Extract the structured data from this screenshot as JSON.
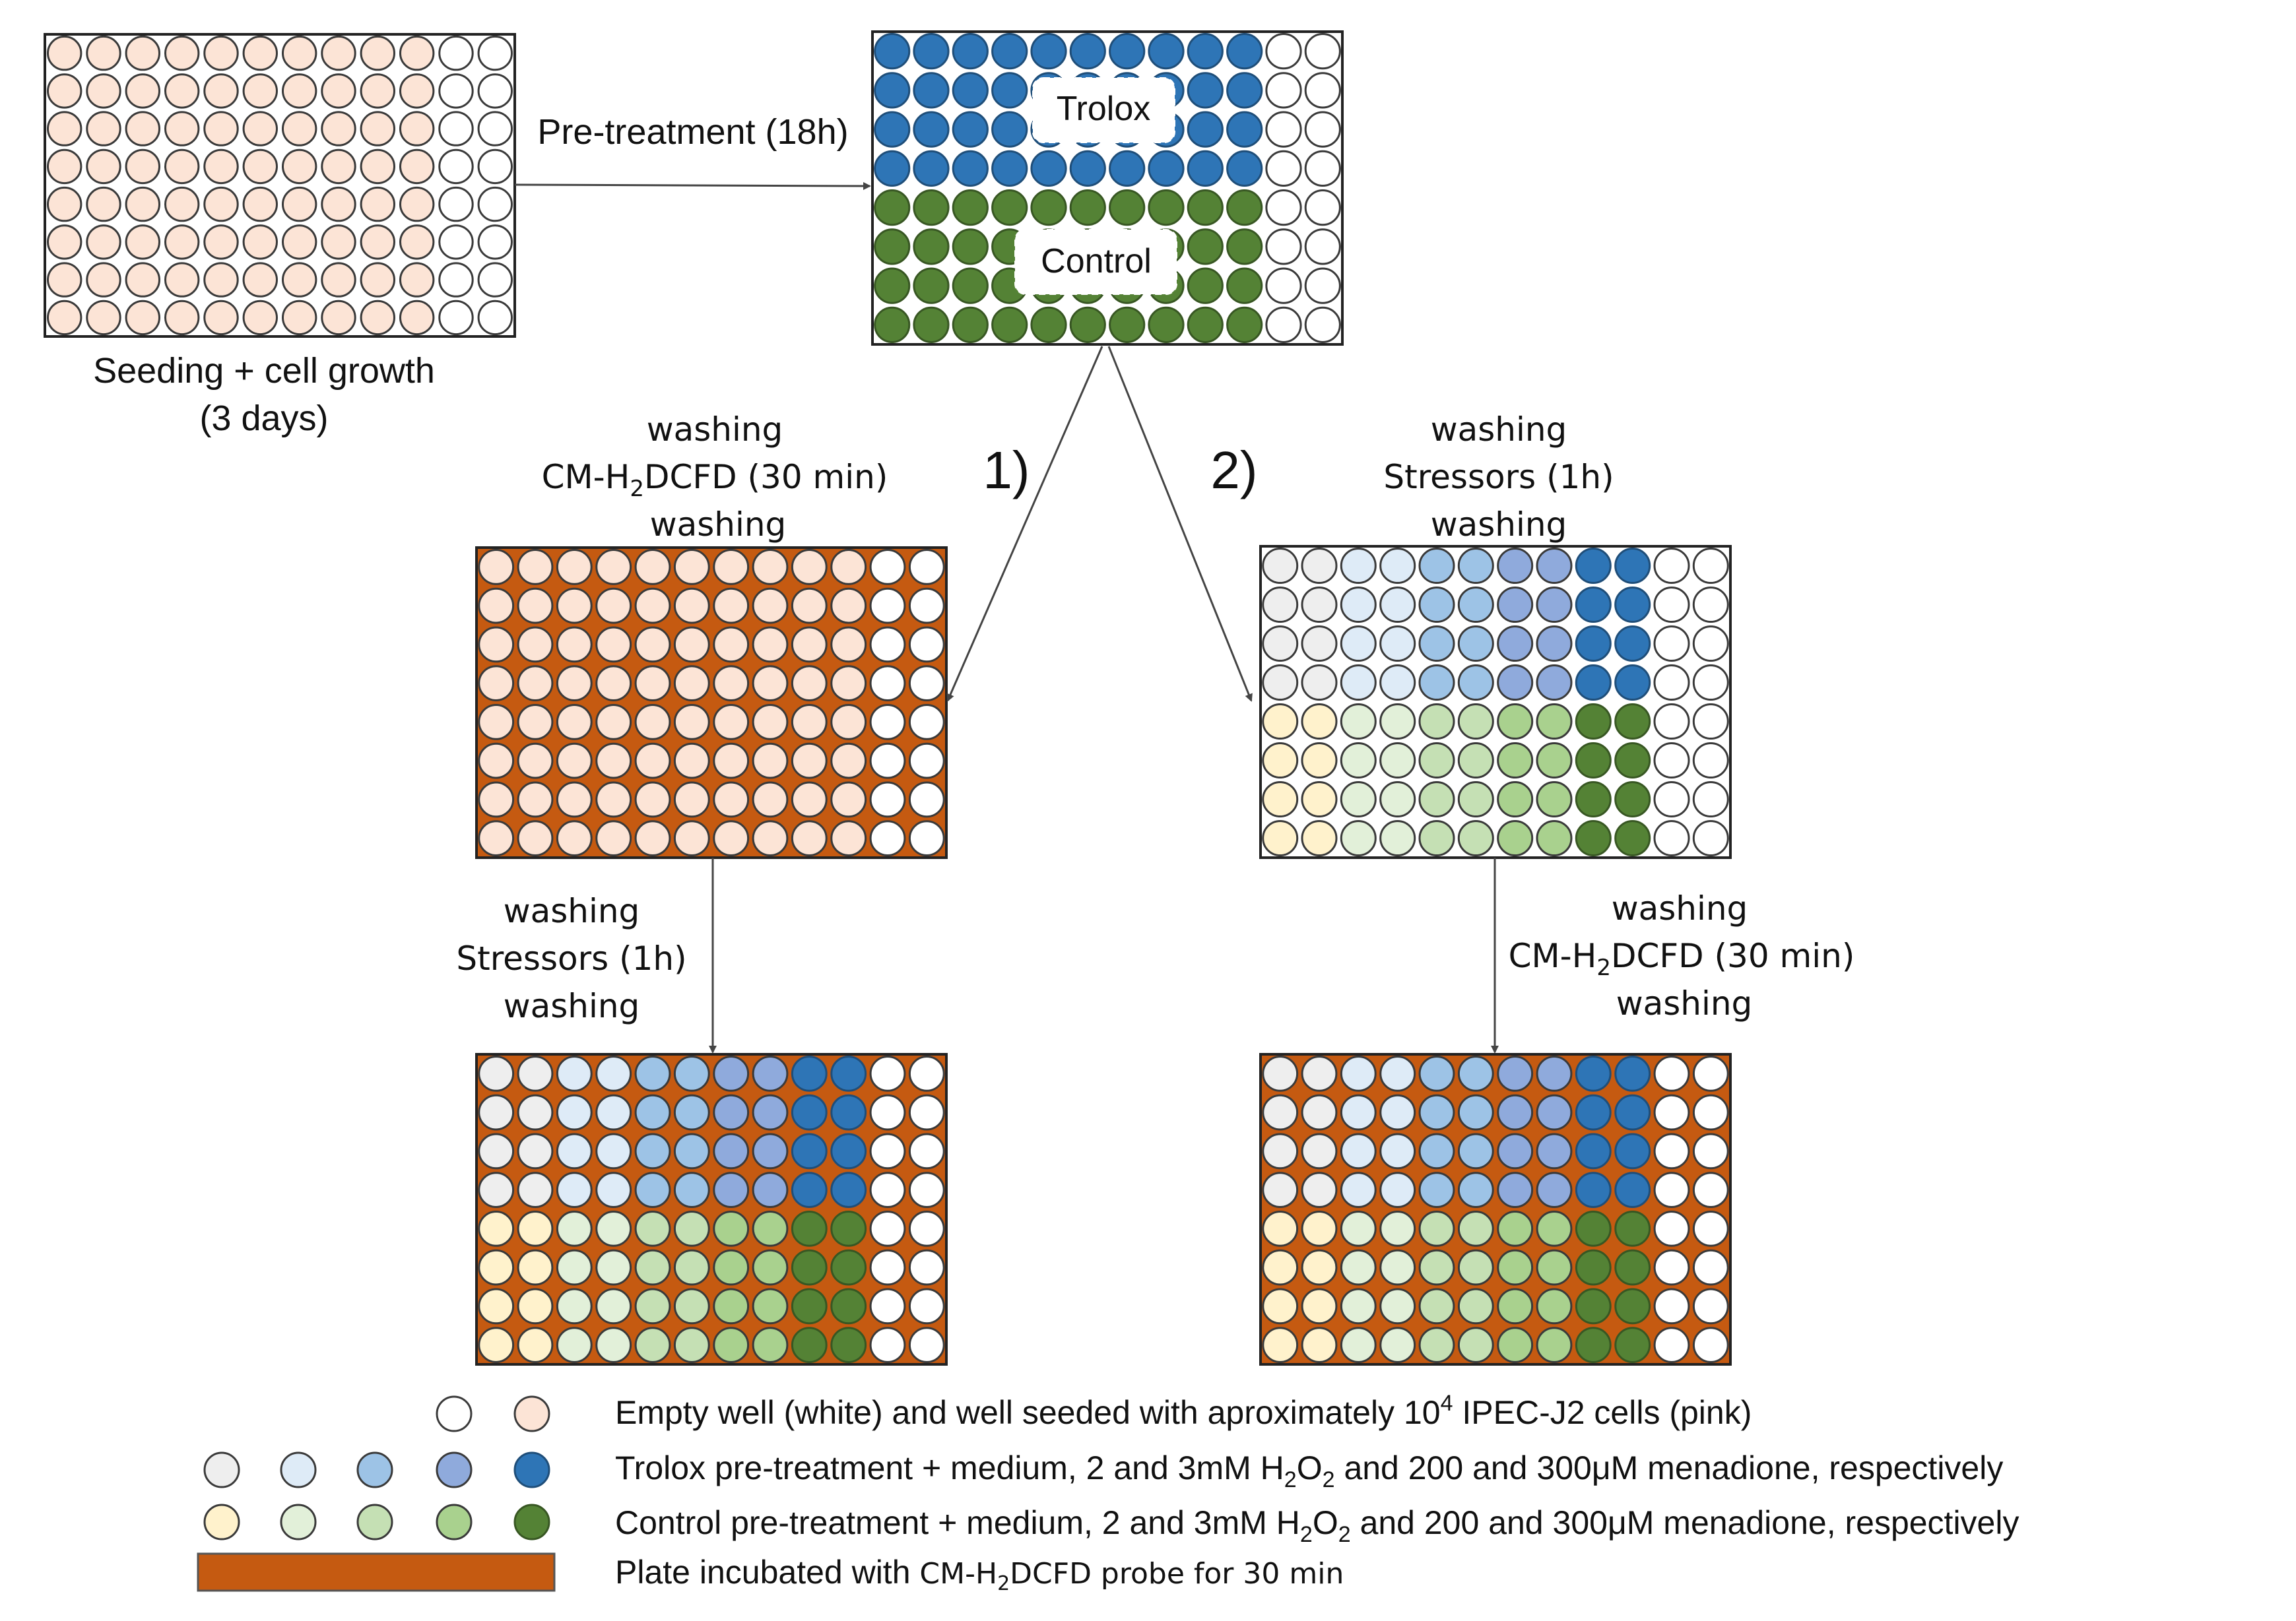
{
  "plates": {
    "seeding": {
      "label_line1": "Seeding + cell growth",
      "label_line2": "(3 days)",
      "background": "#ffffff",
      "well_colors": [
        "p",
        "p",
        "p",
        "p",
        "p",
        "p",
        "p",
        "p",
        "p",
        "p",
        "e",
        "e"
      ]
    },
    "pretreatment": {
      "background": "#ffffff",
      "trolox_label": "Trolox",
      "control_label": "Control",
      "top_rows_color": "t5",
      "bottom_rows_color": "c5"
    },
    "path1_mid": {
      "background": "#c55a11",
      "well_colors": [
        "p",
        "p",
        "p",
        "p",
        "p",
        "p",
        "p",
        "p",
        "p",
        "p",
        "e",
        "e"
      ]
    },
    "path2_mid": {
      "background": "#ffffff",
      "top_cols": [
        "t1",
        "t1",
        "t2",
        "t2",
        "t3",
        "t3",
        "t4",
        "t4",
        "t5",
        "t5",
        "e",
        "e"
      ],
      "bottom_cols": [
        "c1",
        "c1",
        "c2",
        "c2",
        "c3",
        "c3",
        "c4",
        "c4",
        "c5",
        "c5",
        "e",
        "e"
      ]
    },
    "path1_final": {
      "background": "#c55a11",
      "top_cols": [
        "t1",
        "t1",
        "t2",
        "t2",
        "t3",
        "t3",
        "t4",
        "t4",
        "t5",
        "t5",
        "e",
        "e"
      ],
      "bottom_cols": [
        "c1",
        "c1",
        "c2",
        "c2",
        "c3",
        "c3",
        "c4",
        "c4",
        "c5",
        "c5",
        "e",
        "e"
      ]
    },
    "path2_final": {
      "background": "#c55a11",
      "top_cols": [
        "t1",
        "t1",
        "t2",
        "t2",
        "t3",
        "t3",
        "t4",
        "t4",
        "t5",
        "t5",
        "e",
        "e"
      ],
      "bottom_cols": [
        "c1",
        "c1",
        "c2",
        "c2",
        "c3",
        "c3",
        "c4",
        "c4",
        "c5",
        "c5",
        "e",
        "e"
      ]
    }
  },
  "colors": {
    "e": "#ffffff",
    "p": "#fce4d6",
    "t1": "#eeeeee",
    "t2": "#deebf7",
    "t3": "#9dc3e6",
    "t4": "#8faadc",
    "t5": "#2e75b6",
    "t5_dark": "#1f4e79",
    "c1": "#fff2cc",
    "c2": "#e2f0d9",
    "c3": "#c5e0b4",
    "c4": "#a9d18e",
    "c5": "#548235",
    "c5_dark": "#385723",
    "incubated": "#c55a11",
    "arrow": "#444444"
  },
  "arrows": {
    "pretreatment_label": "Pre-treatment (18h)",
    "path1_number": "1)",
    "path2_number": "2)"
  },
  "steps": {
    "path1_mid": {
      "line1": "washing",
      "line2_pre": "CM-H",
      "line2_sub": "2",
      "line2_post": "DCFD (30 min)",
      "line3": "washing"
    },
    "path2_mid": {
      "line1": "washing",
      "line2": "Stressors (1h)",
      "line3": "washing"
    },
    "path1_final": {
      "line1": "washing",
      "line2": "Stressors (1h)",
      "line3": "washing"
    },
    "path2_final": {
      "line1": "washing",
      "line2_pre": "CM-H",
      "line2_sub": "2",
      "line2_post": "DCFD (30 min)",
      "line3": "washing"
    }
  },
  "legend": {
    "row1": {
      "text_pre": "Empty well (white) and well seeded with aproximately 10",
      "text_sup": "4",
      "text_post": " IPEC-J2 cells (pink)",
      "swatches": [
        "e",
        "p"
      ]
    },
    "row2": {
      "text_a": "Trolox pre-treatment + medium, 2 and 3mM H",
      "sub1": "2",
      "text_b": "O",
      "sub2": "2",
      "text_c": " and 200 and 300",
      "mu": "μ",
      "text_d": "M menadione, respectively",
      "swatches": [
        "t1",
        "t2",
        "t3",
        "t4",
        "t5"
      ]
    },
    "row3": {
      "text_a": "Control pre-treatment + medium, 2 and 3mM H",
      "sub1": "2",
      "text_b": "O",
      "sub2": "2",
      "text_c": " and 200 and 300",
      "mu": "μ",
      "text_d": "M menadione, respectively",
      "swatches": [
        "c1",
        "c2",
        "c3",
        "c4",
        "c5"
      ]
    },
    "row4": {
      "text_pre": "Plate incubated with ",
      "probe_pre": "CM-H",
      "probe_sub": "2",
      "probe_post": "DCFD probe for 30 min",
      "swatch": "incubated"
    }
  }
}
